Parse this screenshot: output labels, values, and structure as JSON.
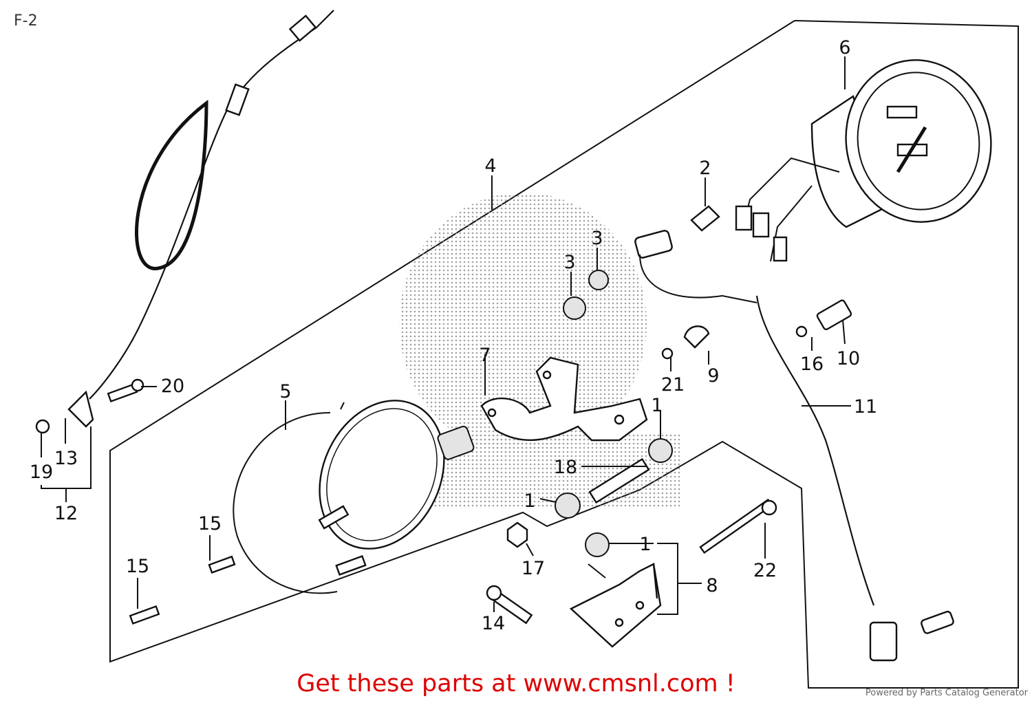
{
  "page_id": "F-2",
  "promo_text": "Get these parts at www.cmsnl.com !",
  "credit_text": "Powered by Parts Catalog Generator",
  "callouts": {
    "c1a": "1",
    "c1b": "1",
    "c1c": "1",
    "c2": "2",
    "c3a": "3",
    "c3b": "3",
    "c4": "4",
    "c5": "5",
    "c6": "6",
    "c7": "7",
    "c8": "8",
    "c9": "9",
    "c10": "10",
    "c11": "11",
    "c12": "12",
    "c13": "13",
    "c14": "14",
    "c15a": "15",
    "c15b": "15",
    "c16": "16",
    "c17": "17",
    "c18": "18",
    "c19": "19",
    "c20": "20",
    "c21": "21",
    "c22": "22"
  },
  "colors": {
    "promo": "#dd0000",
    "line": "#111111"
  }
}
